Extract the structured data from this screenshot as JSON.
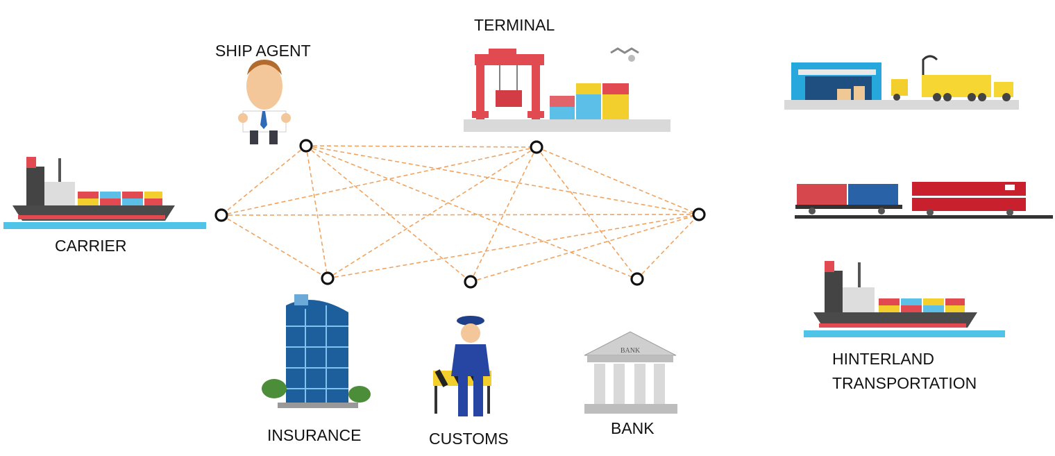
{
  "labels": {
    "terminal": "TERMINAL",
    "ship_agent": "SHIP AGENT",
    "carrier": "CARRIER",
    "insurance": "INSURANCE",
    "customs": "CUSTOMS",
    "bank": "BANK",
    "bank_sign": "BANK",
    "hinterland_line1": "HINTERLAND",
    "hinterland_line2": "TRANSPORTATION"
  },
  "nodes": [
    "ship_agent",
    "terminal",
    "carrier",
    "hinterland",
    "insurance",
    "customs",
    "bank"
  ],
  "edges": [
    [
      "ship_agent",
      "terminal"
    ],
    [
      "ship_agent",
      "carrier"
    ],
    [
      "ship_agent",
      "insurance"
    ],
    [
      "ship_agent",
      "customs"
    ],
    [
      "ship_agent",
      "bank"
    ],
    [
      "ship_agent",
      "hinterland"
    ],
    [
      "terminal",
      "carrier"
    ],
    [
      "terminal",
      "insurance"
    ],
    [
      "terminal",
      "customs"
    ],
    [
      "terminal",
      "bank"
    ],
    [
      "terminal",
      "hinterland"
    ],
    [
      "carrier",
      "hinterland"
    ],
    [
      "carrier",
      "insurance"
    ],
    [
      "insurance",
      "hinterland"
    ],
    [
      "customs",
      "hinterland"
    ],
    [
      "bank",
      "hinterland"
    ]
  ],
  "colors": {
    "edge": "#f0a35e",
    "node": "#111111"
  }
}
